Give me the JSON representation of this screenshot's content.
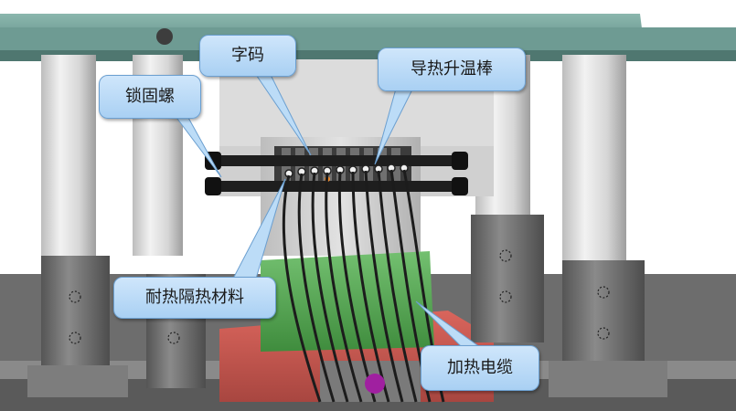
{
  "labels": {
    "lock_screw": "锁固螺",
    "character_code": "字码",
    "heating_rod": "导热升温棒",
    "insulation": "耐热隔热材料",
    "heating_cable": "加热电缆"
  },
  "colors": {
    "top_plate": "#78a29b",
    "column": "#d9d9d9",
    "sleeve": "#6f6f6f",
    "heater_block": "#c9c9c9",
    "green_block": "#5aa65a",
    "red_base": "#c9574f",
    "cable": "#222222",
    "callout_fill": "#bcdcf7",
    "callout_border": "#6b9fd0"
  }
}
